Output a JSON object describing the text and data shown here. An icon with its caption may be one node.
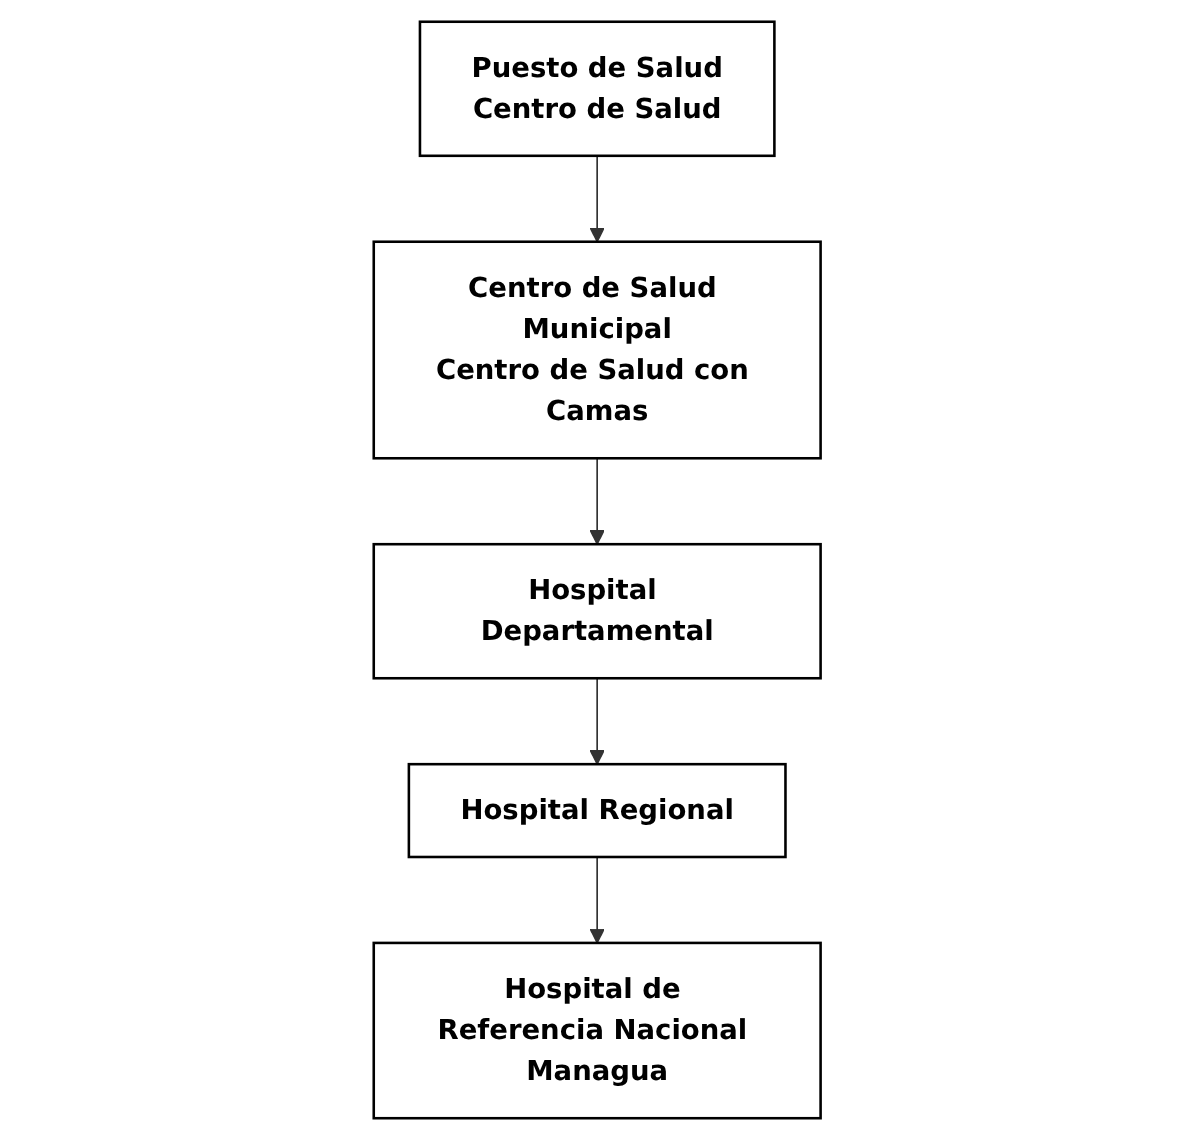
{
  "diagram": {
    "nodes": [
      {
        "text": [
          "Puesto  de Salud",
          "Centro de Salud"
        ]
      },
      {
        "text": [
          "Centro de Salud Municipal",
          "Centro de Salud con Camas"
        ]
      },
      {
        "text": [
          "Hospital Departamental"
        ]
      },
      {
        "text": [
          "Hospital Regional"
        ]
      },
      {
        "text": [
          "Hospital de Referencia Nacional Managua"
        ]
      }
    ],
    "edges": [
      {
        "from": 0,
        "to": 1,
        "arrow": "to"
      },
      {
        "from": 1,
        "to": 2,
        "arrow": "to"
      },
      {
        "from": 2,
        "to": 3,
        "arrow": "to"
      },
      {
        "from": 3,
        "to": 4,
        "arrow": "to"
      }
    ]
  }
}
